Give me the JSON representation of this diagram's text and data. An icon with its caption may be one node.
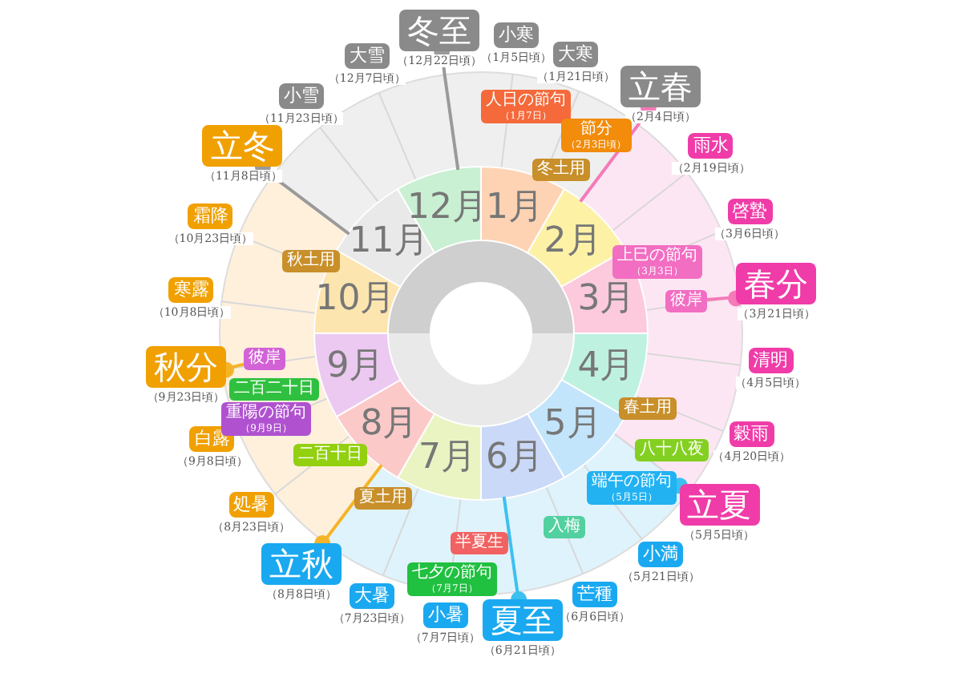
{
  "diagram": {
    "nodes": [
      {
        "text": [
          "1月"
        ]
      },
      {
        "text": [
          "2月"
        ]
      },
      {
        "text": [
          "3月"
        ]
      },
      {
        "text": [
          "4月"
        ]
      },
      {
        "text": [
          "5月"
        ]
      },
      {
        "text": [
          "6月"
        ]
      },
      {
        "text": [
          "7月"
        ]
      },
      {
        "text": [
          "8月"
        ]
      },
      {
        "text": [
          "9月"
        ]
      },
      {
        "text": [
          "10月"
        ]
      },
      {
        "text": [
          "11月"
        ]
      },
      {
        "text": [
          "12月"
        ]
      },
      {
        "text": [
          "冬至"
        ],
        "beside": [
          "（12月22日頃）"
        ]
      },
      {
        "text": [
          "小寒"
        ],
        "beside": [
          "（1月5日頃）"
        ]
      },
      {
        "text": [
          "大寒"
        ],
        "beside": [
          "（1月21日頃）"
        ]
      },
      {
        "text": [
          "立春"
        ],
        "beside": [
          "（2月4日頃）"
        ]
      },
      {
        "text": [
          "雨水"
        ],
        "beside": [
          "（2月19日頃）"
        ]
      },
      {
        "text": [
          "啓蟄"
        ],
        "beside": [
          "（3月6日頃）"
        ]
      },
      {
        "text": [
          "春分"
        ],
        "beside": [
          "（3月21日頃）"
        ]
      },
      {
        "text": [
          "清明"
        ],
        "beside": [
          "（4月5日頃）"
        ]
      },
      {
        "text": [
          "穀雨"
        ],
        "beside": [
          "（4月20日頃）"
        ]
      },
      {
        "text": [
          "立夏"
        ],
        "beside": [
          "（5月5日頃）"
        ]
      },
      {
        "text": [
          "小満"
        ],
        "beside": [
          "（5月21日頃）"
        ]
      },
      {
        "text": [
          "芒種"
        ],
        "beside": [
          "（6月6日頃）"
        ]
      },
      {
        "text": [
          "夏至"
        ],
        "beside": [
          "（6月21日頃）"
        ]
      },
      {
        "text": [
          "小暑"
        ],
        "beside": [
          "（7月7日頃）"
        ]
      },
      {
        "text": [
          "大暑"
        ],
        "beside": [
          "（7月23日頃）"
        ]
      },
      {
        "text": [
          "立秋"
        ],
        "beside": [
          "（8月8日頃）"
        ]
      },
      {
        "text": [
          "処暑"
        ],
        "beside": [
          "（8月23日頃）"
        ]
      },
      {
        "text": [
          "白露"
        ],
        "beside": [
          "（9月8日頃）"
        ]
      },
      {
        "text": [
          "秋分"
        ],
        "beside": [
          "（9月23日頃）"
        ]
      },
      {
        "text": [
          "寒露"
        ],
        "beside": [
          "（10月8日頃）"
        ]
      },
      {
        "text": [
          "霜降"
        ],
        "beside": [
          "（10月23日頃）"
        ]
      },
      {
        "text": [
          "立冬"
        ],
        "beside": [
          "（11月8日頃）"
        ]
      },
      {
        "text": [
          "小雪"
        ],
        "beside": [
          "（11月23日頃）"
        ]
      },
      {
        "text": [
          "大雪"
        ],
        "beside": [
          "（12月7日頃）"
        ]
      },
      {
        "text": [
          "人日の節句",
          "（1月7日）"
        ]
      },
      {
        "text": [
          "節分",
          "（2月3日頃）"
        ]
      },
      {
        "text": [
          "冬土用"
        ]
      },
      {
        "text": [
          "上巳の節句",
          "（3月3日）"
        ]
      },
      {
        "text": [
          "彼岸"
        ]
      },
      {
        "text": [
          "春土用"
        ]
      },
      {
        "text": [
          "八十八夜"
        ]
      },
      {
        "text": [
          "端午の節句",
          "（5月5日）"
        ]
      },
      {
        "text": [
          "入梅"
        ]
      },
      {
        "text": [
          "半夏生"
        ]
      },
      {
        "text": [
          "七夕の節句",
          "（7月7日）"
        ]
      },
      {
        "text": [
          "夏土用"
        ]
      },
      {
        "text": [
          "二百十日"
        ]
      },
      {
        "text": [
          "重陽の節句",
          "（9月9日）"
        ]
      },
      {
        "text": [
          "二百二十日"
        ]
      },
      {
        "text": [
          "彼岸"
        ]
      },
      {
        "text": [
          "秋土用"
        ]
      }
    ],
    "edges": [
      {
        "from": 12,
        "to": 11,
        "arrow": "other",
        "color": "#9a9a9a"
      },
      {
        "from": 15,
        "to": 1,
        "arrow": "other",
        "color": "#f57ab8"
      },
      {
        "from": 18,
        "to": 40,
        "arrow": "other",
        "color": "#f57ab8"
      },
      {
        "from": 21,
        "to": 43,
        "arrow": "other",
        "color": "#3cc0f0"
      },
      {
        "from": 24,
        "to": 5,
        "arrow": "other",
        "color": "#3cc0f0"
      },
      {
        "from": 27,
        "to": 7,
        "arrow": "other",
        "color": "#f5b428"
      },
      {
        "from": 30,
        "to": 51,
        "arrow": "other",
        "color": "#f5b428"
      },
      {
        "from": 33,
        "to": 10,
        "arrow": "other",
        "color": "#9a9a9a"
      }
    ]
  }
}
